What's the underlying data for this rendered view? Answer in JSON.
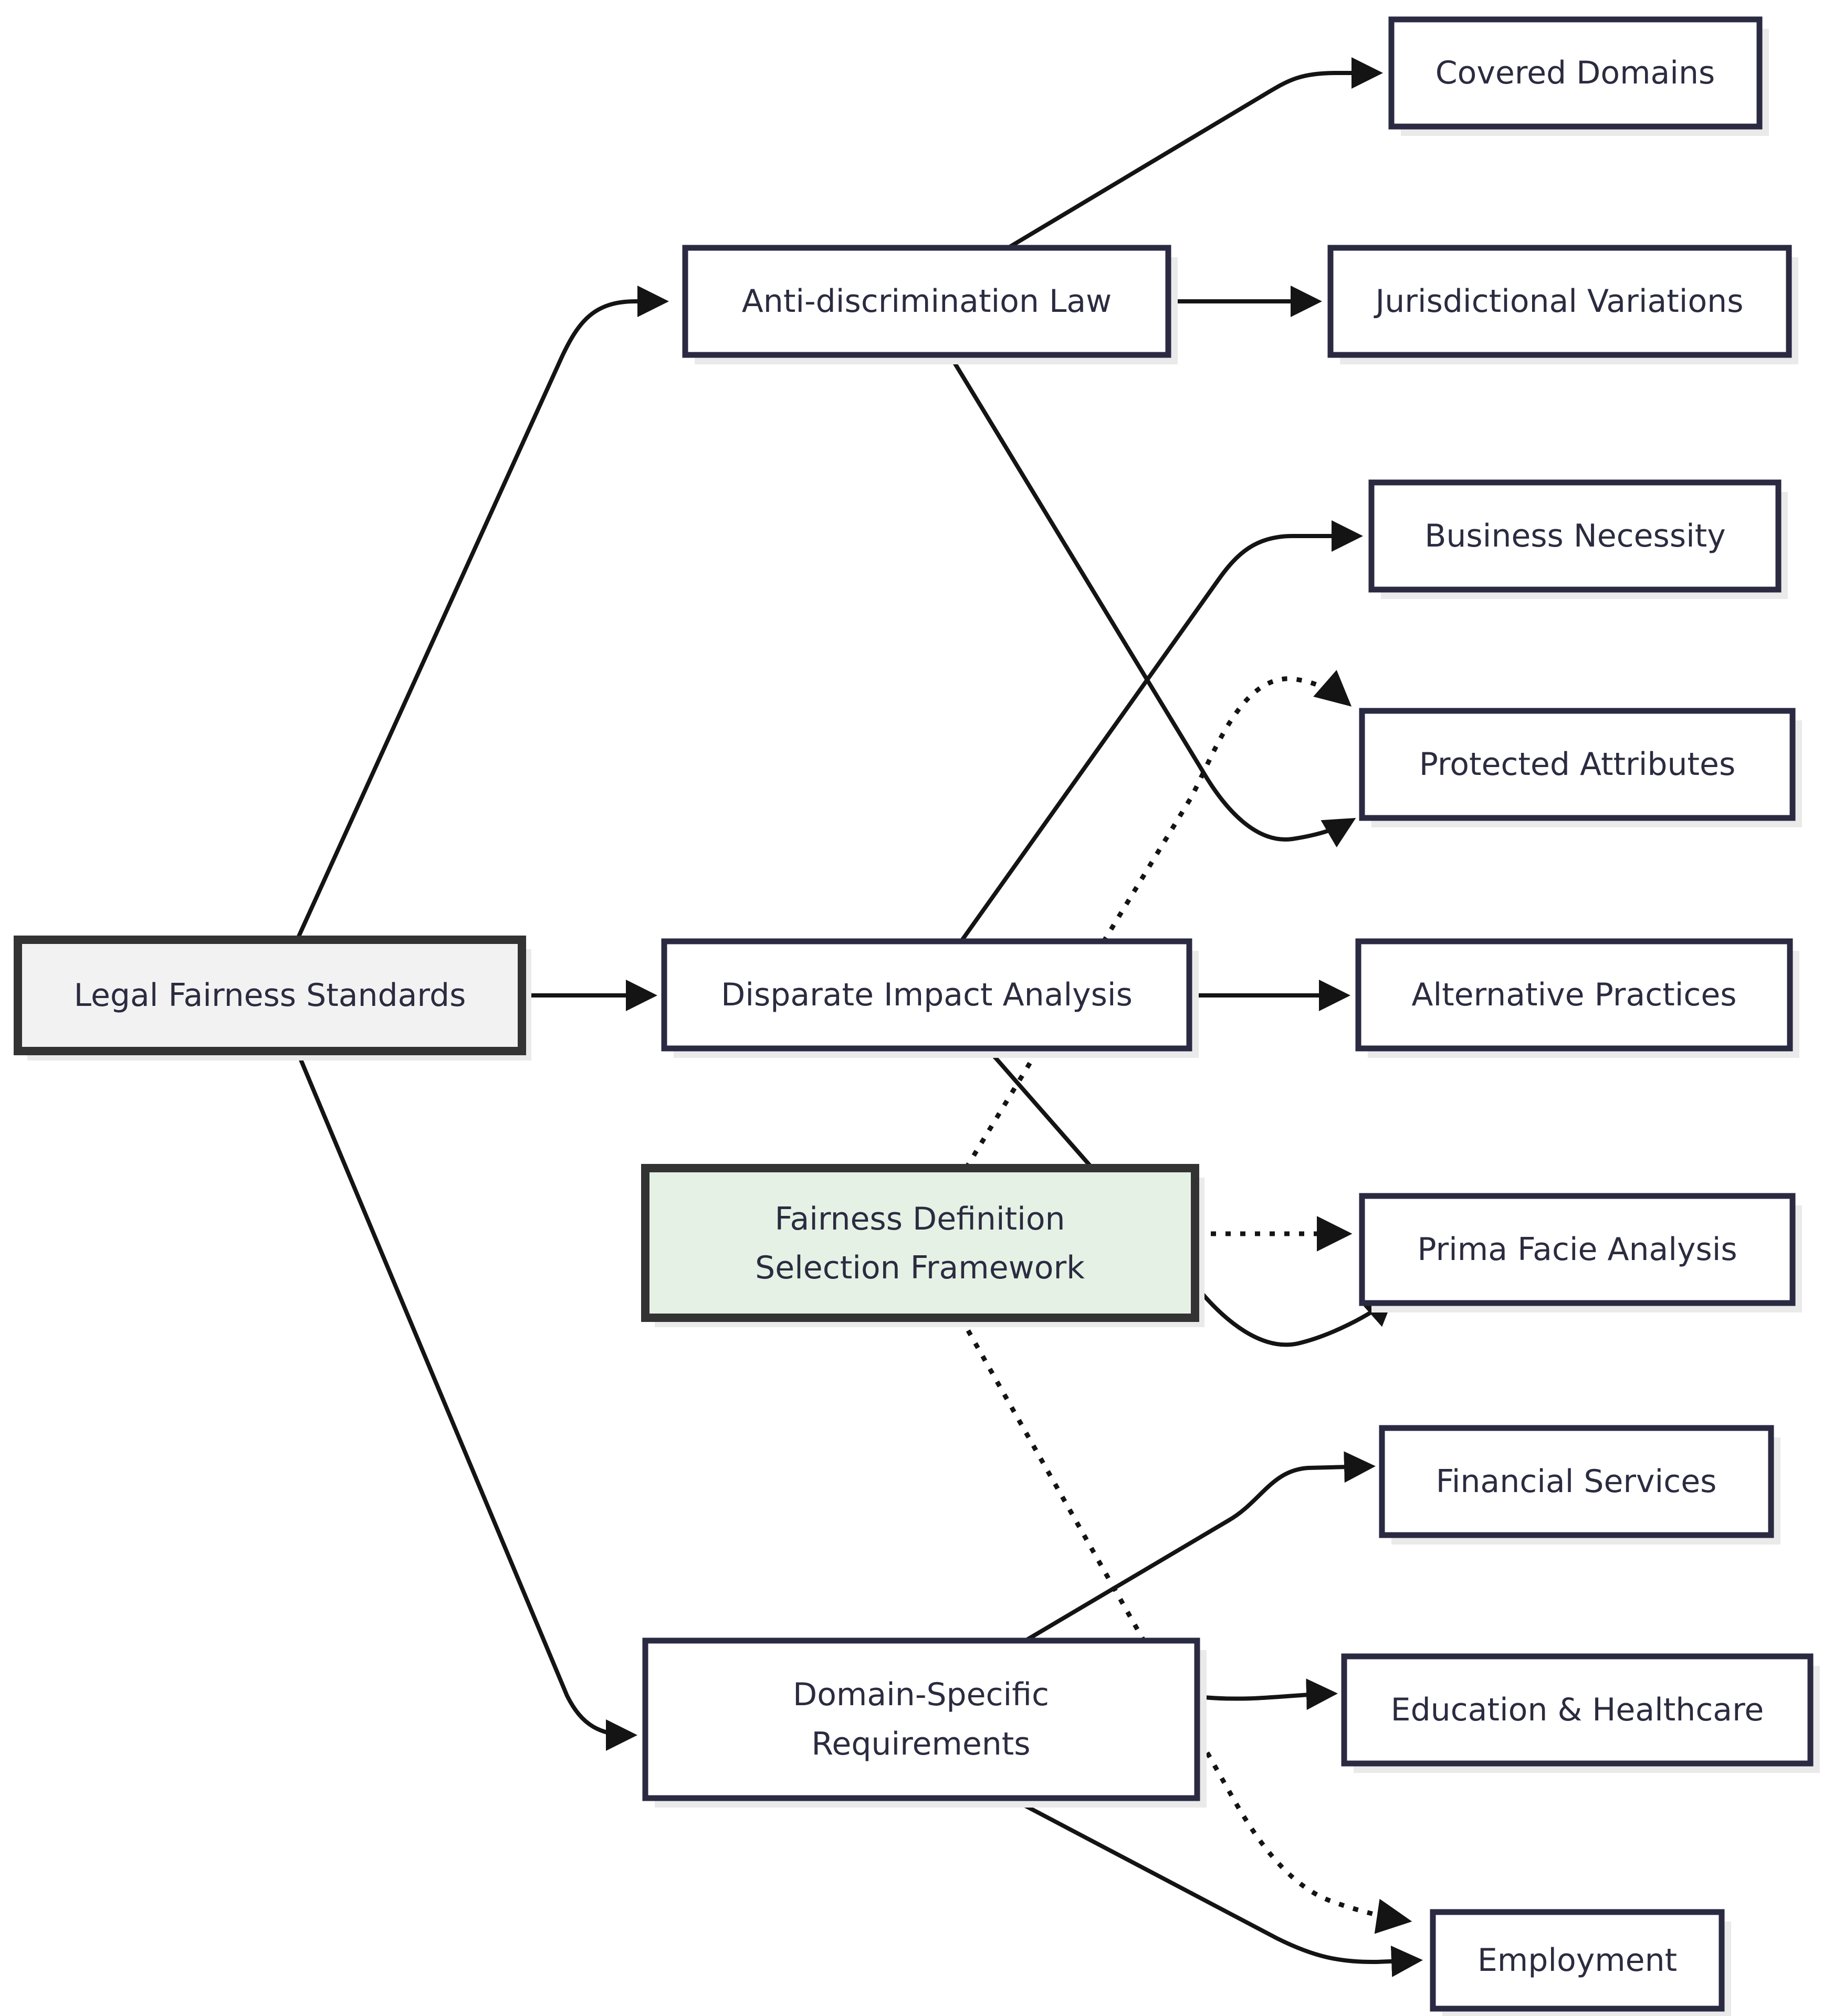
{
  "diagram": {
    "type": "flowchart",
    "direction": "left-to-right",
    "nodes": {
      "lfs": {
        "label": "Legal Fairness Standards",
        "role": "root",
        "fill": "#f2f2f2"
      },
      "adl": {
        "label": "Anti-discrimination Law",
        "role": "branch",
        "fill": "#ffffff"
      },
      "dia": {
        "label": "Disparate Impact Analysis",
        "role": "branch",
        "fill": "#ffffff"
      },
      "fdsf": {
        "label_line1": "Fairness Definition",
        "label_line2": "Selection Framework",
        "role": "highlight",
        "fill": "#e4f1e4"
      },
      "dsr": {
        "label_line1": "Domain-Specific",
        "label_line2": "Requirements",
        "role": "branch",
        "fill": "#ffffff"
      },
      "covered": {
        "label": "Covered Domains",
        "role": "leaf",
        "fill": "#ffffff"
      },
      "juris": {
        "label": "Jurisdictional Variations",
        "role": "leaf",
        "fill": "#ffffff"
      },
      "business": {
        "label": "Business Necessity",
        "role": "leaf",
        "fill": "#ffffff"
      },
      "protected": {
        "label": "Protected Attributes",
        "role": "leaf",
        "fill": "#ffffff"
      },
      "altpract": {
        "label": "Alternative Practices",
        "role": "leaf",
        "fill": "#ffffff"
      },
      "primafacie": {
        "label": "Prima Facie Analysis",
        "role": "leaf",
        "fill": "#ffffff"
      },
      "finserv": {
        "label": "Financial Services",
        "role": "leaf",
        "fill": "#ffffff"
      },
      "eduhealth": {
        "label": "Education & Healthcare",
        "role": "leaf",
        "fill": "#ffffff"
      },
      "employment": {
        "label": "Employment",
        "role": "leaf",
        "fill": "#ffffff"
      }
    },
    "edges": [
      {
        "from": "lfs",
        "to": "adl",
        "style": "solid"
      },
      {
        "from": "lfs",
        "to": "dia",
        "style": "solid"
      },
      {
        "from": "lfs",
        "to": "dsr",
        "style": "solid"
      },
      {
        "from": "adl",
        "to": "covered",
        "style": "solid"
      },
      {
        "from": "adl",
        "to": "juris",
        "style": "solid"
      },
      {
        "from": "adl",
        "to": "protected",
        "style": "solid"
      },
      {
        "from": "dia",
        "to": "business",
        "style": "solid"
      },
      {
        "from": "dia",
        "to": "altpract",
        "style": "solid"
      },
      {
        "from": "dia",
        "to": "primafacie",
        "style": "solid"
      },
      {
        "from": "dsr",
        "to": "finserv",
        "style": "solid"
      },
      {
        "from": "dsr",
        "to": "eduhealth",
        "style": "solid"
      },
      {
        "from": "dsr",
        "to": "employment",
        "style": "solid"
      },
      {
        "from": "fdsf",
        "to": "protected",
        "style": "dotted"
      },
      {
        "from": "fdsf",
        "to": "primafacie",
        "style": "dotted"
      },
      {
        "from": "fdsf",
        "to": "employment",
        "style": "dotted"
      }
    ],
    "colors": {
      "edge_line": "#141414",
      "node_border": "#2a2a42",
      "accent_border": "#333333",
      "root_fill": "#f2f2f2",
      "highlight_fill": "#e4f1e4",
      "leaf_fill": "#ffffff",
      "text": "#2b2b40",
      "shadow": "#eaeaea",
      "background": "#ffffff"
    }
  }
}
